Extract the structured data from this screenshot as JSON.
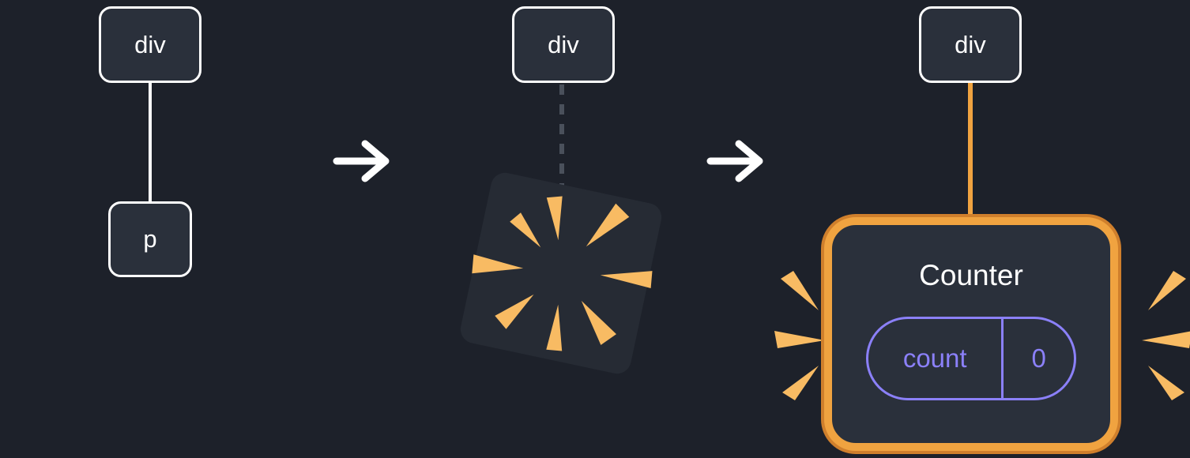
{
  "diagram": {
    "description": "Three-step illustration: a DOM tree with a div parent and p child, the p child being destroyed, then the div re-rendered with a Counter component holding state count = 0"
  },
  "stage1": {
    "parent_label": "div",
    "child_label": "p"
  },
  "stage2": {
    "parent_label": "div"
  },
  "stage3": {
    "parent_label": "div",
    "component": {
      "title": "Counter",
      "state_key": "count",
      "state_value": "0"
    }
  },
  "icons": {
    "arrow": "arrow-right-icon",
    "explosion": "explosion-icon",
    "sparks": "spark-burst-icon"
  },
  "colors": {
    "background": "#1d212a",
    "node_fill": "#2a303b",
    "node_border": "#ffffff",
    "text": "#ffffff",
    "orange": "#f0a340",
    "orange_dark_ring": "#cf7f2c",
    "spark_orange": "#f8bb63",
    "purple": "#8b80f9",
    "dashed_gray": "#4a505b"
  }
}
